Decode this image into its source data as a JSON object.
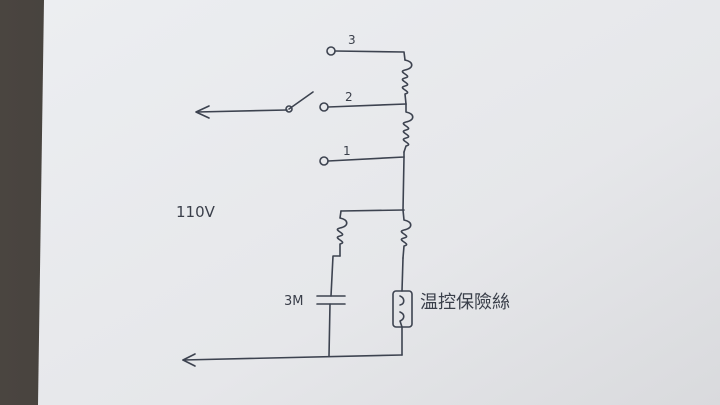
{
  "diagram": {
    "terminals": [
      {
        "label": "3"
      },
      {
        "label": "2"
      },
      {
        "label": "1"
      }
    ],
    "voltage_label": "110V",
    "capacitor_label": "3M",
    "fuse_label": "温控保險絲",
    "colors": {
      "paper": "#e9eaec",
      "ink": "#3d4350",
      "background": "#3a3733"
    }
  }
}
